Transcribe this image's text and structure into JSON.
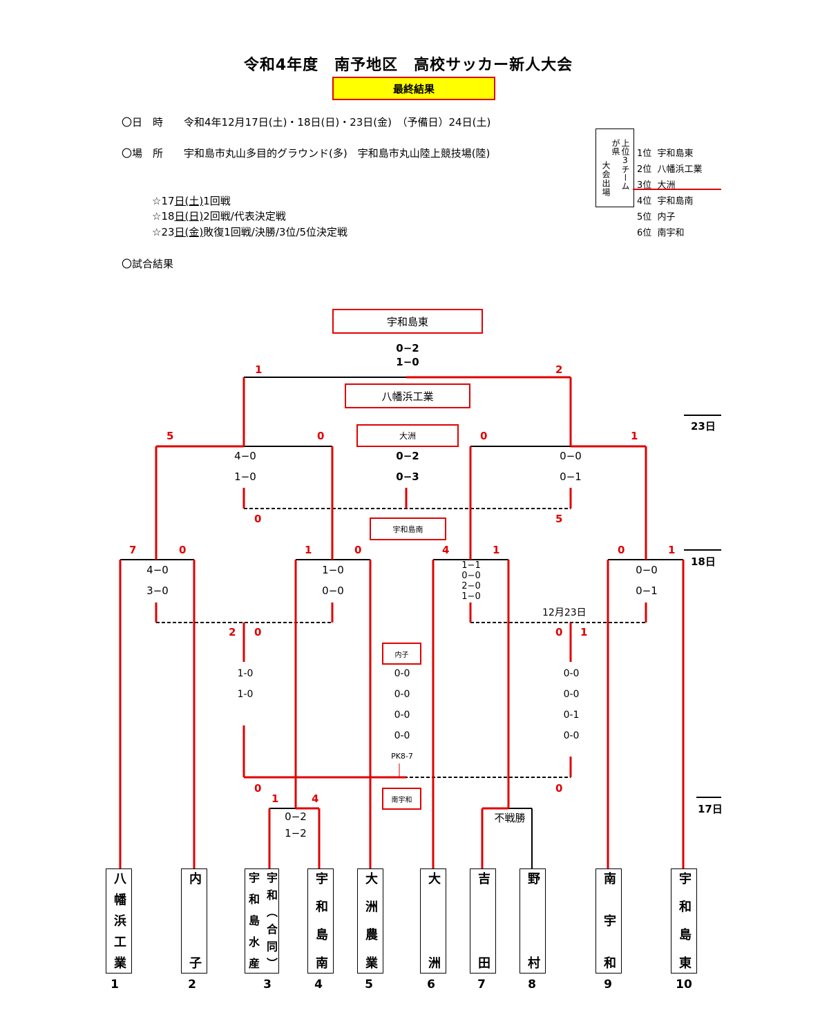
{
  "header": {
    "title": "令和4年度　南予地区　高校サッカー新人大会",
    "final_label": "最終結果"
  },
  "info": {
    "date_label": "〇日　時",
    "date_value": "令和4年12月17日(土)・18日(日)・23日(金)　（予備日）24日(土)",
    "venue_label": "〇場　所",
    "venue_value": "宇和島市丸山多目的グラウンド(多)　宇和島市丸山陸上競技場(陸)"
  },
  "schedule": [
    {
      "prefix": "☆17",
      "day": "日(土)",
      "text": "1回戦"
    },
    {
      "prefix": "☆18",
      "day": "日(日)",
      "text": "2回戦/代表決定戦"
    },
    {
      "prefix": "☆23",
      "day": "日(金)",
      "text": "敗復1回戦/決勝/3位/5位決定戦"
    }
  ],
  "results_label": "〇試合結果",
  "ranking": {
    "note_col1": "大会出場",
    "note_col2": "が県",
    "note_col3": "上位3チーム",
    "rows": [
      {
        "rank": "1位",
        "team": "宇和島東"
      },
      {
        "rank": "2位",
        "team": "八幡浜工業"
      },
      {
        "rank": "3位",
        "team": "大洲"
      },
      {
        "rank": "4位",
        "team": "宇和島南"
      },
      {
        "rank": "5位",
        "team": "内子"
      },
      {
        "rank": "6位",
        "team": "南宇和"
      }
    ]
  },
  "days": {
    "d23": "23日",
    "d18": "18日",
    "d17": "17日",
    "d1223": "12月23日"
  },
  "winners": {
    "champion": "宇和島東",
    "second": "八幡浜工業",
    "third": "大洲",
    "fourth": "宇和島南",
    "fifth": "内子",
    "sixth": "南宇和"
  },
  "scores": {
    "final_1": "0−2",
    "final_2": "1−0",
    "third_1": "0−2",
    "third_2": "0−3",
    "sf_left_1": "4−0",
    "sf_left_2": "1−0",
    "sf_right_1": "0−0",
    "sf_right_2": "0−1",
    "r2a_1": "4−0",
    "r2a_2": "3−0",
    "r2b_1": "1−0",
    "r2b_2": "0−0",
    "r2c_1": "1−1",
    "r2c_2": "0−0",
    "r2c_3": "2−0",
    "r2c_4": "1−0",
    "r2d_1": "0−0",
    "r2d_2": "0−1",
    "rep_left_1": "1-0",
    "rep_left_2": "1-0",
    "fifth_1": "0-0",
    "fifth_2": "0-0",
    "fifth_3": "0-0",
    "fifth_4": "0-0",
    "fifth_pk": "PK8-7",
    "rep_right_1": "0-0",
    "rep_right_2": "0-0",
    "rep_right_3": "0-1",
    "rep_right_4": "0-0",
    "r1_1": "0−2",
    "r1_2": "1−2",
    "walkover": "不戦勝"
  },
  "goals": {
    "final_l": "1",
    "final_r": "2",
    "sfl_l": "5",
    "sfl_r": "0",
    "sfr_l": "0",
    "sfr_r": "1",
    "third_l": "0",
    "third_r": "5",
    "r2a_l": "7",
    "r2a_r": "0",
    "r2b_l": "1",
    "r2b_r": "0",
    "r2c_l": "4",
    "r2c_r": "1",
    "r2d_l": "0",
    "r2d_r": "1",
    "repl_l": "2",
    "repl_r": "0",
    "repr_l": "0",
    "repr_r": "1",
    "fifth_l": "0",
    "fifth_r": "0",
    "r1_l": "1",
    "r1_r": "4"
  },
  "teams": [
    {
      "num": "1",
      "name": "八幡浜工業"
    },
    {
      "num": "2",
      "name": "内子"
    },
    {
      "num": "3",
      "name_a": "宇和島水産",
      "name_b": "宇和（合同）"
    },
    {
      "num": "4",
      "name": "宇和島南"
    },
    {
      "num": "5",
      "name": "大洲農業"
    },
    {
      "num": "6",
      "name": "大洲"
    },
    {
      "num": "7",
      "name": "吉田"
    },
    {
      "num": "8",
      "name": "野村"
    },
    {
      "num": "9",
      "name": "南宇和"
    },
    {
      "num": "10",
      "name": "宇和島東"
    }
  ],
  "colors": {
    "winner_line": "#e00000",
    "highlight": "#ffff00"
  }
}
